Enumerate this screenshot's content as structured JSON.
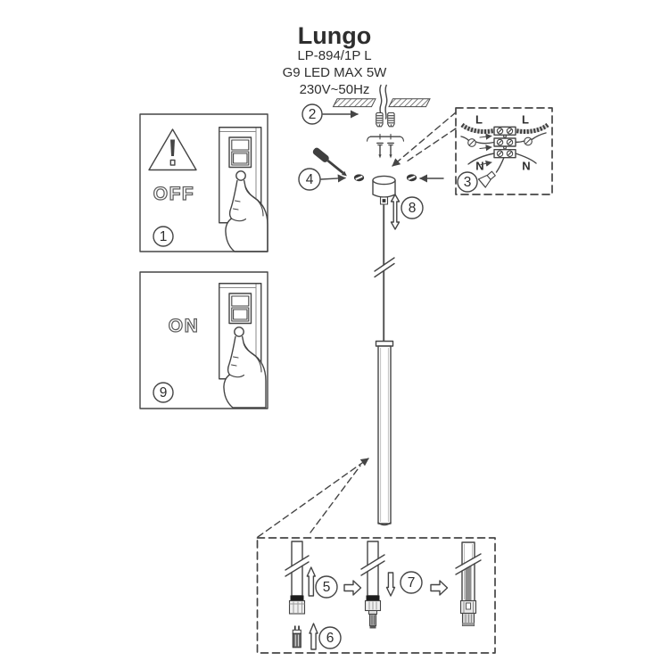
{
  "header": {
    "title": "Lungo",
    "model": "LP-894/1P L",
    "lamp_spec": "G9 LED MAX 5W",
    "power_spec": "230V~50Hz"
  },
  "labels": {
    "off": "OFF",
    "on": "ON"
  },
  "steps": {
    "1": "1",
    "2": "2",
    "3": "3",
    "4": "4",
    "5": "5",
    "6": "6",
    "7": "7",
    "8": "8",
    "9": "9"
  },
  "wiring": {
    "l_left": "L",
    "l_right": "L",
    "n_left": "N",
    "n_right": "N"
  },
  "icons": {
    "warning-triangle-icon": "triangle-exclamation",
    "light-switch-icon": "wall-rocker-switch",
    "pointing-hand-icon": "hand-index-finger",
    "ceiling-hatch-icon": "diagonal-hatched-ceiling",
    "wall-anchor-icon": "expansion-dowel",
    "mounting-screw-icon": "screw",
    "mounting-bracket-icon": "crossbar",
    "screwdriver-icon": "flat-screwdriver",
    "screw-head-icon": "slotted-screw-head",
    "canopy-icon": "ceiling-cup",
    "terminal-block-icon": "3-way-luster-terminal",
    "ground-terminal-icon": "screw-terminal",
    "lamp-connector-icon": "socket-plug",
    "g9-bulb-icon": "G9-capsule-bulb",
    "up-down-arrow-icon": "double-headed-arrow",
    "insert-arrow-icon": "hollow-arrow",
    "proceed-arrow-icon": "hollow-right-arrow"
  },
  "colors": {
    "line": "#454545",
    "dark": "#1e1e1e",
    "background": "#ffffff"
  }
}
